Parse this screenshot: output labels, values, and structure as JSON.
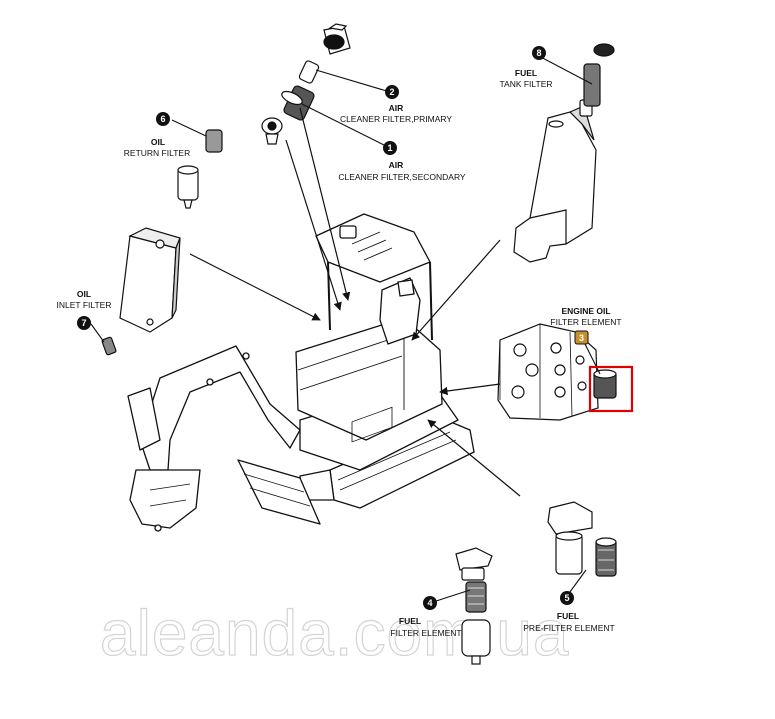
{
  "callouts": [
    {
      "num": "1",
      "title": "AIR",
      "subtitle": "CLEANER FILTER,SECONDARY"
    },
    {
      "num": "2",
      "title": "AIR",
      "subtitle": "CLEANER FILTER,PRIMARY"
    },
    {
      "num": "3",
      "title": "ENGINE OIL",
      "subtitle": "FILTER ELEMENT"
    },
    {
      "num": "4",
      "title": "FUEL",
      "subtitle": "FILTER ELEMENT"
    },
    {
      "num": "5",
      "title": "FUEL",
      "subtitle": "PRE-FILTER ELEMENT"
    },
    {
      "num": "6",
      "title": "OIL",
      "subtitle": "RETURN FILTER"
    },
    {
      "num": "7",
      "title": "OIL",
      "subtitle": "INLET FILTER"
    },
    {
      "num": "8",
      "title": "FUEL",
      "subtitle": "TANK FILTER"
    }
  ],
  "watermark": "aleanda.com.ua",
  "colors": {
    "line": "#111111",
    "highlight": "#e00000",
    "badge": "#111111",
    "badge3": "#c8902c",
    "watermark": "#d4d4d4"
  }
}
